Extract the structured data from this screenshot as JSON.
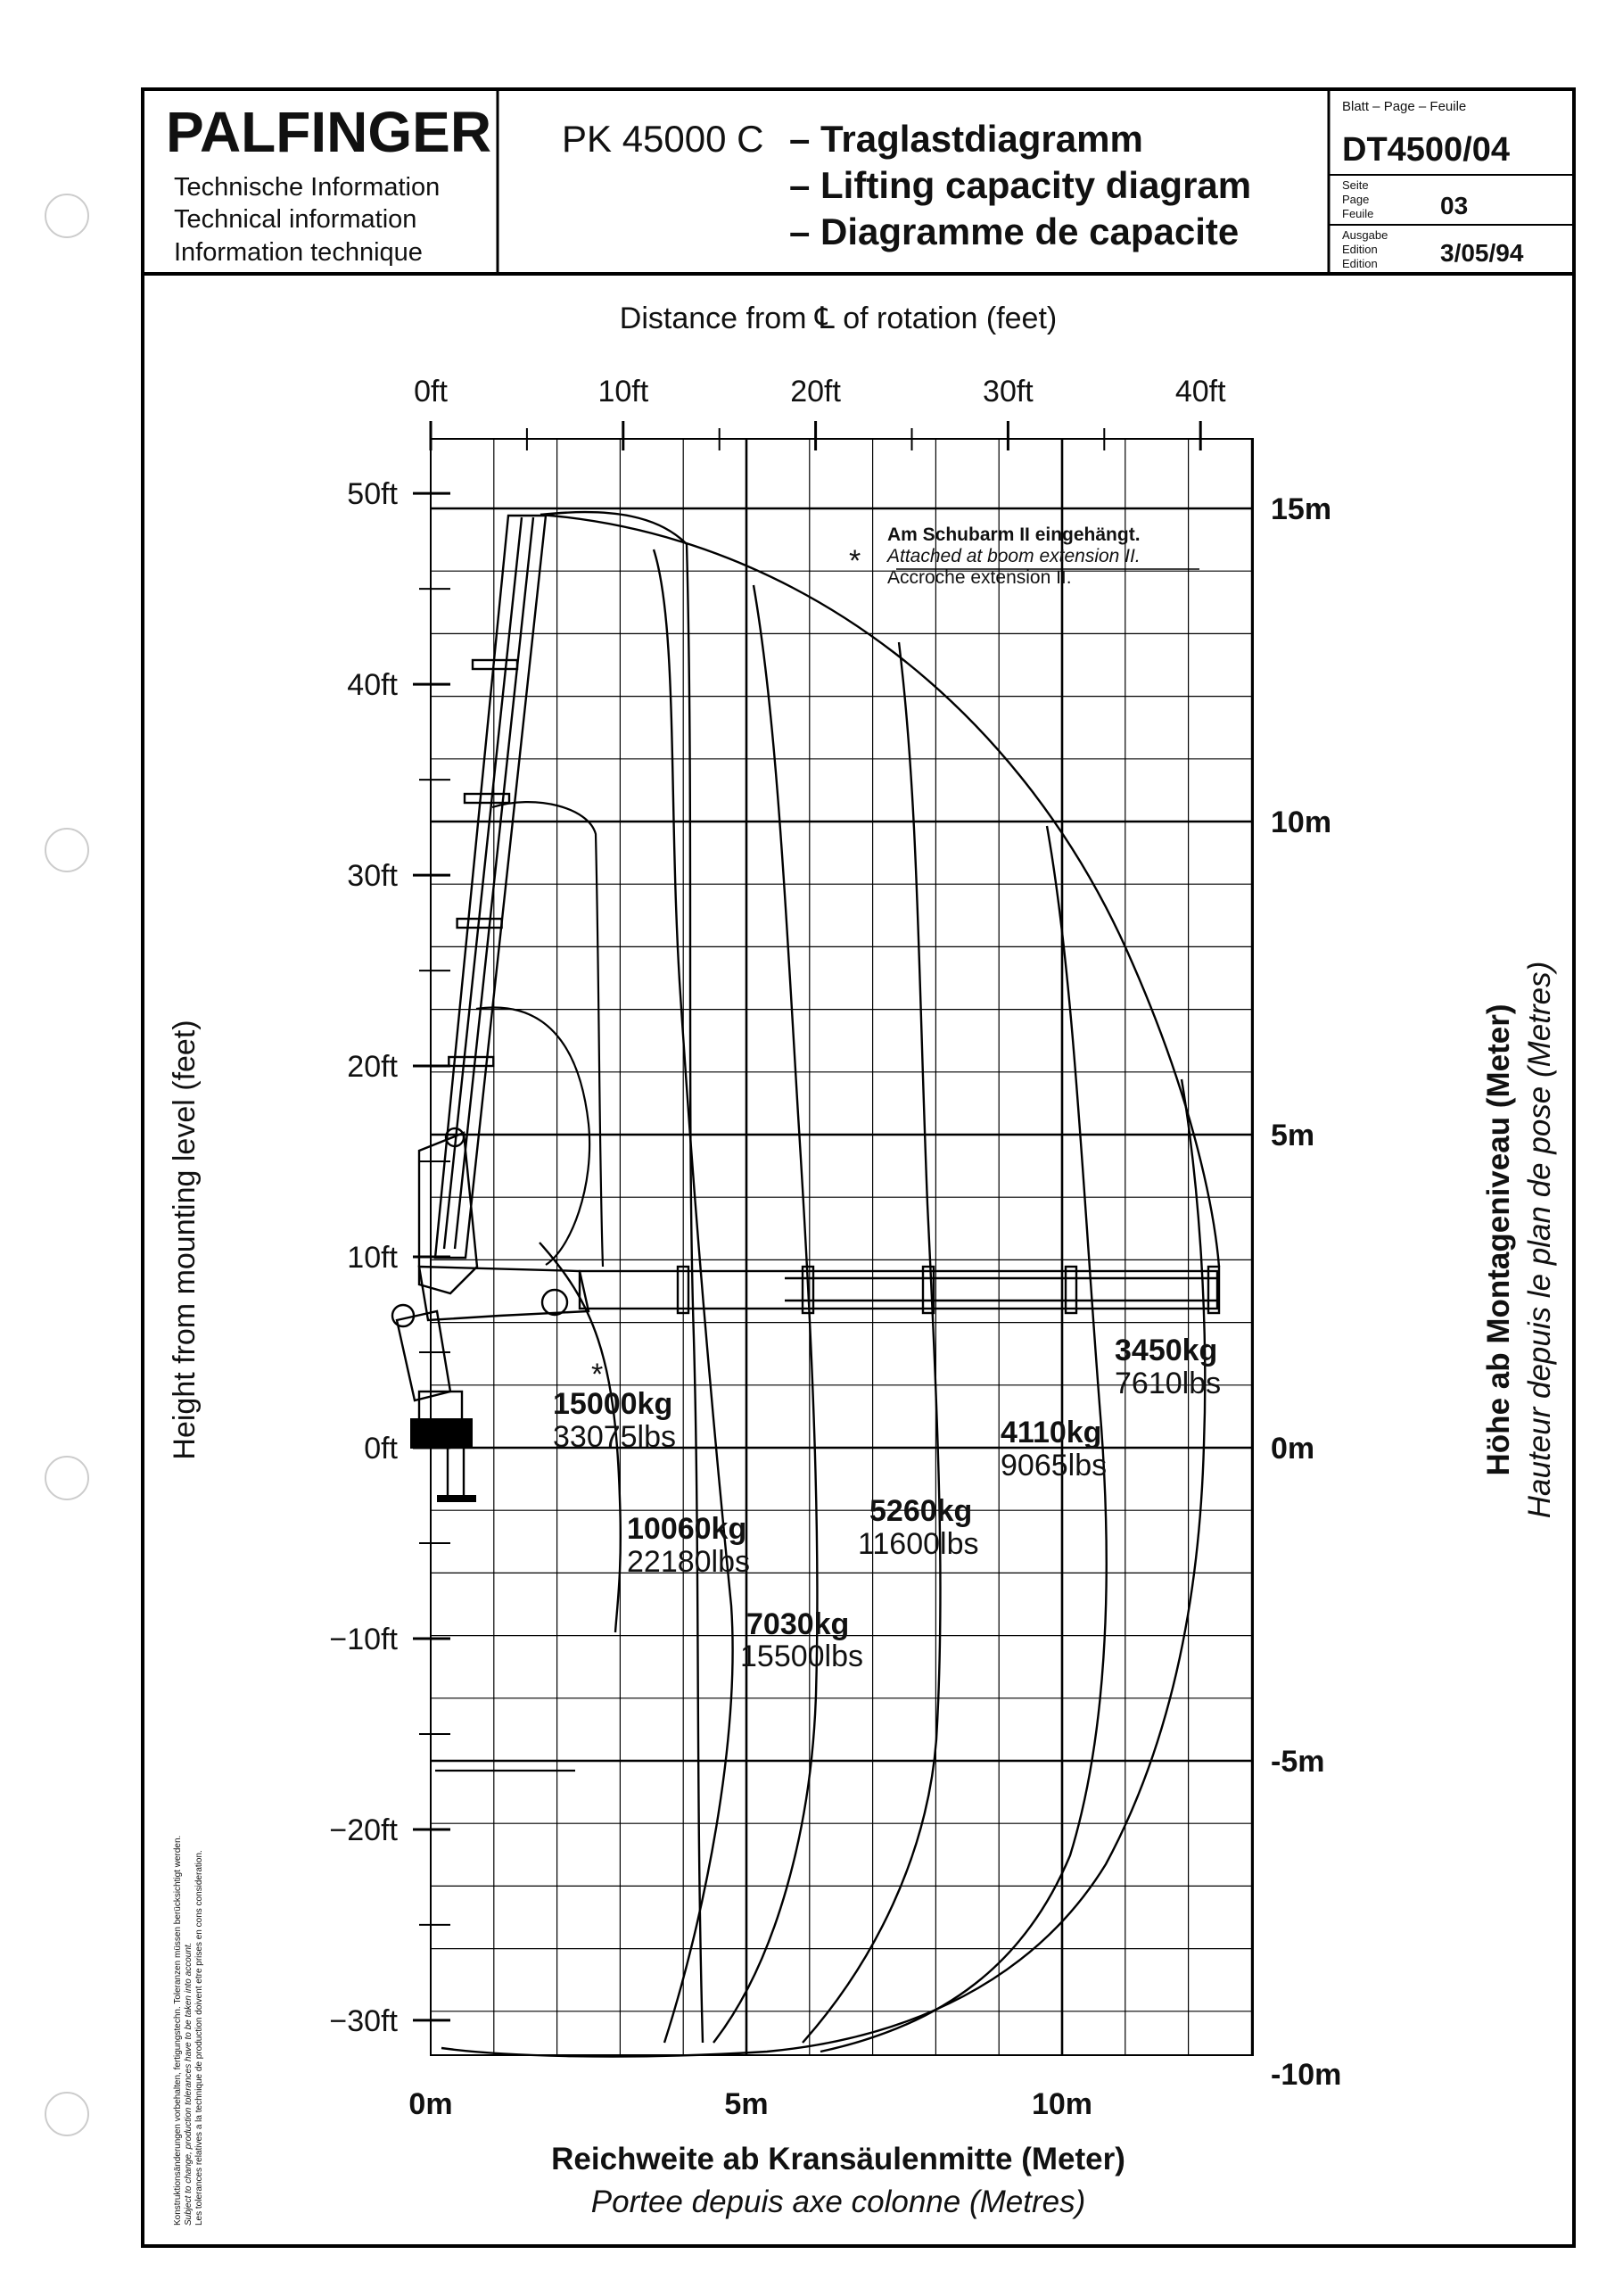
{
  "header": {
    "brand": "PALFINGER",
    "info_de": "Technische Information",
    "info_en": "Technical information",
    "info_fr": "Information technique",
    "model": "PK 45000 C",
    "title_de": "– Traglastdiagramm",
    "title_en": "– Lifting capacity diagram",
    "title_fr": "– Diagramme de capacite",
    "sheet_label": "Blatt – Page – Feuile",
    "sheet_no": "DT4500/04",
    "page_labels": [
      "Seite",
      "Page",
      "Feuile"
    ],
    "page_no": "03",
    "edition_labels": [
      "Ausgabe",
      "Edition",
      "Edition"
    ],
    "edition_date": "3/05/94"
  },
  "chart_data": {
    "type": "diagram",
    "x_axis_top_label": "Distance from ℄ of rotation (feet)",
    "x_ticks_ft": [
      "0ft",
      "10ft",
      "20ft",
      "30ft",
      "40ft"
    ],
    "x_ticks_m": [
      "0m",
      "5m",
      "10m"
    ],
    "x_axis_bottom_label_de": "Reichweite ab Kransäulenmitte (Meter)",
    "x_axis_bottom_label_fr": "Portee depuis axe colonne (Metres)",
    "y_axis_left_label": "Height from mounting level (feet)",
    "y_ticks_ft": [
      "50ft",
      "40ft",
      "30ft",
      "20ft",
      "10ft",
      "0ft",
      "−10ft",
      "−20ft",
      "−30ft"
    ],
    "y_ticks_m": [
      "15m",
      "10m",
      "5m",
      "0m",
      "-5m",
      "-10m"
    ],
    "y_axis_right_label_de": "Höhe ab Montageniveau (Meter)",
    "y_axis_right_label_fr": "Hauteur depuis le plan de pose (Metres)",
    "note": {
      "marker": "*",
      "de": "Am Schubarm II eingehängt.",
      "en": "Attached at boom extension II.",
      "fr": "Accroche extension II."
    },
    "loads": [
      {
        "kg": "15000kg",
        "lbs": "33075lbs",
        "note_marker": "*"
      },
      {
        "kg": "10060kg",
        "lbs": "22180lbs"
      },
      {
        "kg": "7030kg",
        "lbs": "15500lbs"
      },
      {
        "kg": "5260kg",
        "lbs": "11600lbs"
      },
      {
        "kg": "4110kg",
        "lbs": "9065lbs"
      },
      {
        "kg": "3450kg",
        "lbs": "7610lbs"
      }
    ]
  },
  "side_note": {
    "de": "Konstruktionsänderungen vorbehalten, fertigungstechn. Toleranzen müssen berücksichtigt werden.",
    "en": "Subject to change, production tolerances have to be taken into account.",
    "fr": "Les tolerances relatives a la technique de production doivent etre prises en cons consideration."
  }
}
